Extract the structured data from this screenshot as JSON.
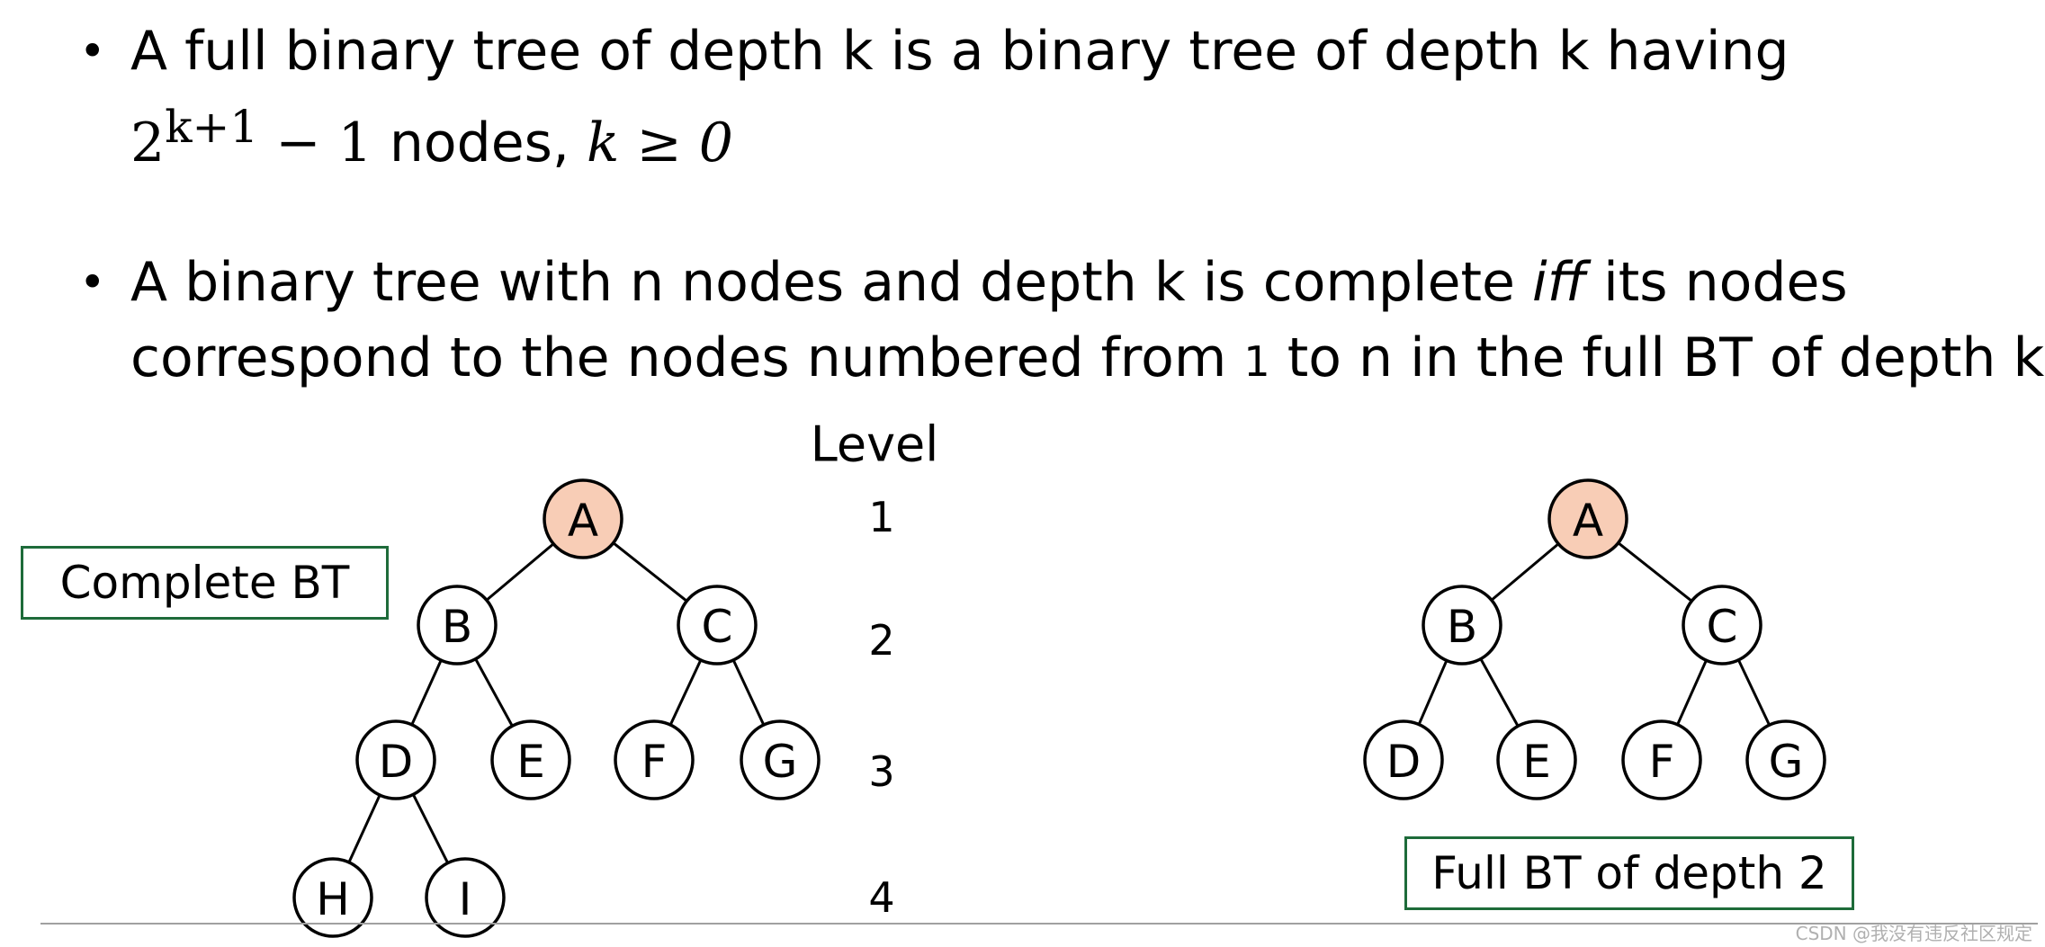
{
  "bullets": {
    "b1": {
      "line1": "A full binary tree of depth k is a binary tree of depth k having",
      "line2_math_base": "2",
      "line2_math_exp": "k+1",
      "line2_math_rest": " − 1",
      "line2_text": " nodes, ",
      "line2_condition": "k ≥ 0"
    },
    "b2": {
      "line1_pre": "A binary tree with n nodes and depth k is complete ",
      "line1_iff": "iff",
      "line1_post": " its nodes",
      "line2_pre": "correspond to the nodes numbered from ",
      "line2_one": "1",
      "line2_post": " to n in the full BT of depth k"
    },
    "dot": "•"
  },
  "level_title": "Level",
  "levels": [
    "1",
    "2",
    "3",
    "4"
  ],
  "labels": {
    "complete": "Complete BT",
    "full": "Full BT of depth 2"
  },
  "colors": {
    "root_fill": "#f8cdb6",
    "node_fill": "#ffffff",
    "box_border": "#1e6b3a"
  },
  "trees": {
    "complete": {
      "nodes": [
        {
          "id": "A",
          "label": "A",
          "root": true
        },
        {
          "id": "B",
          "label": "B"
        },
        {
          "id": "C",
          "label": "C"
        },
        {
          "id": "D",
          "label": "D"
        },
        {
          "id": "E",
          "label": "E"
        },
        {
          "id": "F",
          "label": "F"
        },
        {
          "id": "G",
          "label": "G"
        },
        {
          "id": "H",
          "label": "H"
        },
        {
          "id": "I",
          "label": "I"
        }
      ],
      "edges": [
        [
          "A",
          "B"
        ],
        [
          "A",
          "C"
        ],
        [
          "B",
          "D"
        ],
        [
          "B",
          "E"
        ],
        [
          "C",
          "F"
        ],
        [
          "C",
          "G"
        ],
        [
          "D",
          "H"
        ],
        [
          "D",
          "I"
        ]
      ]
    },
    "full": {
      "nodes": [
        {
          "id": "A",
          "label": "A",
          "root": true
        },
        {
          "id": "B",
          "label": "B"
        },
        {
          "id": "C",
          "label": "C"
        },
        {
          "id": "D",
          "label": "D"
        },
        {
          "id": "E",
          "label": "E"
        },
        {
          "id": "F",
          "label": "F"
        },
        {
          "id": "G",
          "label": "G"
        }
      ],
      "edges": [
        [
          "A",
          "B"
        ],
        [
          "A",
          "C"
        ],
        [
          "B",
          "D"
        ],
        [
          "B",
          "E"
        ],
        [
          "C",
          "F"
        ],
        [
          "C",
          "G"
        ]
      ]
    }
  },
  "watermark": "CSDN @我没有违反社区规定"
}
